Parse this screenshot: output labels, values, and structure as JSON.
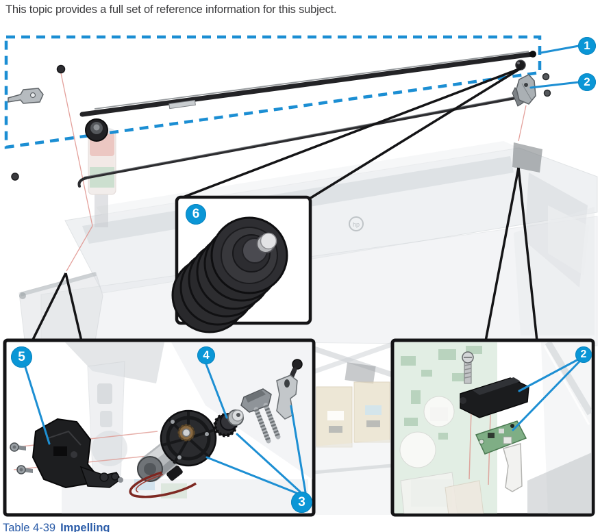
{
  "page": {
    "intro_text": "This topic provides a full set of reference information for this subject.",
    "caption": {
      "label": "Table 4-39",
      "title": "Impelling"
    },
    "brand_logo": "hp"
  },
  "callouts": {
    "impeller_rod": "1",
    "top_bracket": "2",
    "roller_detail": "6",
    "left_bracket": "5",
    "gear": "4",
    "motor_group": "3",
    "sensor_board": "2"
  },
  "colors": {
    "callout_blue": "#0a96d6",
    "dashed_box_blue": "#1b8ed3",
    "leader_line_blue": "#1d8fd3",
    "inset_border_black": "#141416",
    "caption_blue": "#2b5ca8",
    "intro_text_gray": "#3c3c3e",
    "reference_red": "#e0908a",
    "beacon_red": "#dd9a92",
    "beacon_green": "#a3c6a8"
  }
}
